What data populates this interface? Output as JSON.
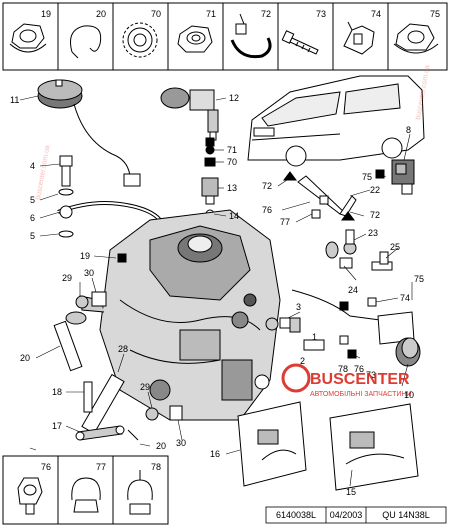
{
  "top_row": [
    "19",
    "20",
    "70",
    "71",
    "72",
    "73",
    "74",
    "75"
  ],
  "bottom_row": [
    "76",
    "77",
    "78"
  ],
  "callouts": {
    "c1": "1",
    "c2": "2",
    "c3": "3",
    "c4": "4",
    "c5a": "5",
    "c5b": "5",
    "c6": "6",
    "c8": "8",
    "c10": "10",
    "c11": "11",
    "c12": "12",
    "c13": "13",
    "c14": "14",
    "c15": "15",
    "c16": "16",
    "c17": "17",
    "c18": "18",
    "c19": "19",
    "c20a": "20",
    "c20b": "20",
    "c22": "22",
    "c23": "23",
    "c24": "24",
    "c25": "25",
    "c28": "28",
    "c29a": "29",
    "c29b": "29",
    "c30a": "30",
    "c30b": "30",
    "c70": "70",
    "c71": "71",
    "c72a": "72",
    "c72b": "72",
    "c73": "73",
    "c74": "74",
    "c75a": "75",
    "c75b": "75",
    "c76a": "76",
    "c76b": "76",
    "c77": "77",
    "c78": "78"
  },
  "footer": {
    "ref": "6140038L",
    "date": "04/2003",
    "code": "QU 14N38L"
  },
  "watermark": {
    "brand": "BUSCENTER",
    "subtitle": "АВТОМОБІЛЬНІ ЗАПЧАСТИНИ",
    "site": "buscenter.com.ua",
    "brand_color": "#d9261c"
  }
}
